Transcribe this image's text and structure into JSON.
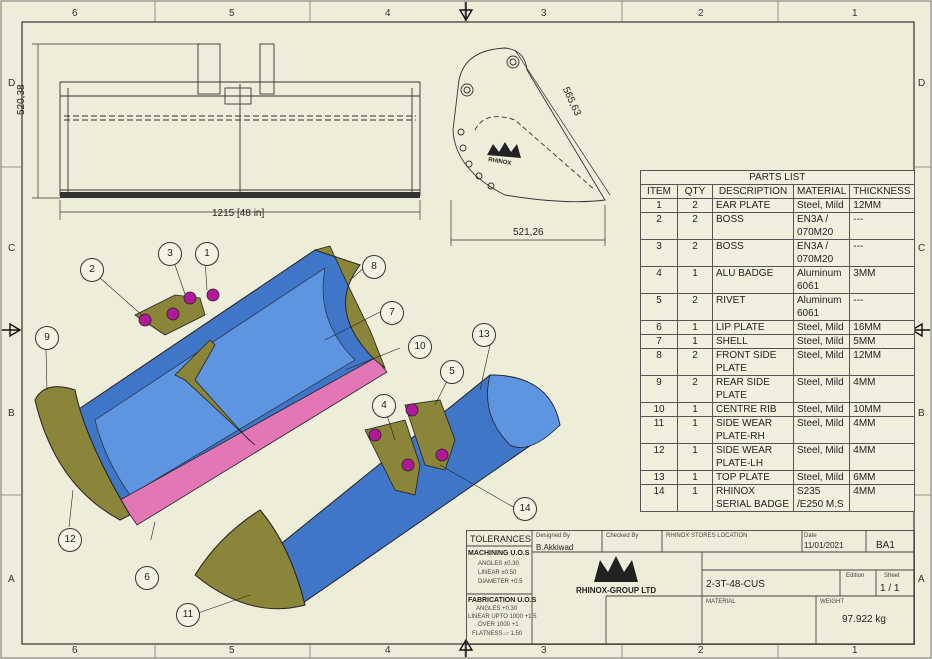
{
  "zones": {
    "top": [
      "6",
      "5",
      "4",
      "3",
      "2",
      "1"
    ],
    "bottom": [
      "6",
      "5",
      "4",
      "3",
      "2",
      "1"
    ],
    "left": [
      "D",
      "C",
      "B",
      "A"
    ],
    "right": [
      "D",
      "C",
      "B",
      "A"
    ]
  },
  "dimensions": {
    "height": "520,38",
    "width": "1215 [48 in]",
    "side_diag": "565,63",
    "side_width": "521,26"
  },
  "side_logo": "RHINOX",
  "balloons": [
    "1",
    "2",
    "3",
    "4",
    "5",
    "6",
    "7",
    "8",
    "9",
    "10",
    "11",
    "12",
    "13",
    "14"
  ],
  "parts_list": {
    "title": "PARTS LIST",
    "headers": [
      "ITEM",
      "QTY",
      "DESCRIPTION",
      "MATERIAL",
      "THICKNESS"
    ],
    "rows": [
      [
        "1",
        "2",
        "EAR PLATE",
        "Steel, Mild",
        "12MM"
      ],
      [
        "2",
        "2",
        "BOSS",
        "EN3A / 070M20",
        "---"
      ],
      [
        "3",
        "2",
        "BOSS",
        "EN3A / 070M20",
        "---"
      ],
      [
        "4",
        "1",
        "ALU BADGE",
        "Aluminum 6061",
        "3MM"
      ],
      [
        "5",
        "2",
        "RIVET",
        "Aluminum 6061",
        "---"
      ],
      [
        "6",
        "1",
        "LIP PLATE",
        "Steel, Mild",
        "16MM"
      ],
      [
        "7",
        "1",
        "SHELL",
        "Steel, Mild",
        "5MM"
      ],
      [
        "8",
        "2",
        "FRONT SIDE PLATE",
        "Steel, Mild",
        "12MM"
      ],
      [
        "9",
        "2",
        "REAR SIDE PLATE",
        "Steel, Mild",
        "4MM"
      ],
      [
        "10",
        "1",
        "CENTRE RIB",
        "Steel, Mild",
        "10MM"
      ],
      [
        "11",
        "1",
        "SIDE WEAR PLATE-RH",
        "Steel, Mild",
        "4MM"
      ],
      [
        "12",
        "1",
        "SIDE WEAR PLATE-LH",
        "Steel, Mild",
        "4MM"
      ],
      [
        "13",
        "1",
        "TOP PLATE",
        "Steel, Mild",
        "6MM"
      ],
      [
        "14",
        "1",
        "RHINOX SERIAL BADGE",
        "S235 /E250 M.S",
        "4MM"
      ]
    ]
  },
  "title_block": {
    "tolerances": "TOLERANCES",
    "machining_title": "MACHINING U.O.S",
    "machining_lines": [
      "ANGLES ±0.30",
      "LINEAR ±0.50",
      "DIAMETER +0.5"
    ],
    "fabrication_title": "FABRICATION U.O.S",
    "fabrication_lines": [
      "ANGLES +0.30",
      "LINEAR UPTO 1000 +1.5",
      "OVER 1000 +1",
      "FLATNESS ⏥ 1.50"
    ],
    "designed_by_label": "Designed By",
    "designed_by": "B.Akkiwad",
    "checked_by_label": "Checked By",
    "stores_label": "RHINOX STORES LOCATION",
    "date_label": "Date",
    "date": "11/01/2021",
    "rev": "BA1",
    "company": "RHINOX-GROUP LTD",
    "drawing_no": "2-3T-48-CUS",
    "edition_label": "Edition",
    "sheet_label": "Sheet",
    "sheet": "1 / 1",
    "material_label": "MATERIAL",
    "weight_label": "WEIGHT",
    "weight": "97.922 kg"
  }
}
